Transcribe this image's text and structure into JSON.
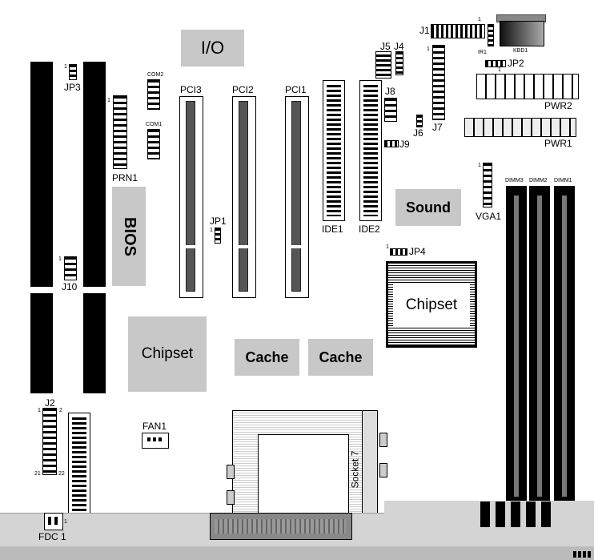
{
  "board": {
    "blocks": {
      "io": "I/O",
      "bios": "BIOS",
      "chipset_left": "Chipset",
      "chipset_right": "Chipset",
      "cache1": "Cache",
      "cache2": "Cache",
      "sound": "Sound"
    },
    "labels": {
      "jp3": "JP3",
      "com2": "COM2",
      "com1": "COM1",
      "prn1": "PRN1",
      "pci3": "PCI3",
      "pci2": "PCI2",
      "pci1": "PCI1",
      "jp1": "JP1",
      "j10": "J10",
      "j5": "J5",
      "j4": "J4",
      "j8": "J8",
      "j9": "J9",
      "j6": "J6",
      "j7": "J7",
      "j1": "J1",
      "ir1": "IR1",
      "kbd1": "KBD1",
      "jp2": "JP2",
      "pwr2": "PWR2",
      "pwr1": "PWR1",
      "ide1": "IDE1",
      "ide2": "IDE2",
      "vga1": "VGA1",
      "dimm3": "DIMM3",
      "dimm2": "DIMM2",
      "dimm1": "DIMM1",
      "jp4": "JP4",
      "j2": "J2",
      "fan1": "FAN1",
      "fdc1": "FDC 1",
      "socket7": "Socket 7"
    },
    "pin_markers": {
      "one": "1",
      "two": "2",
      "twentyone": "21",
      "twentytwo": "22"
    }
  }
}
